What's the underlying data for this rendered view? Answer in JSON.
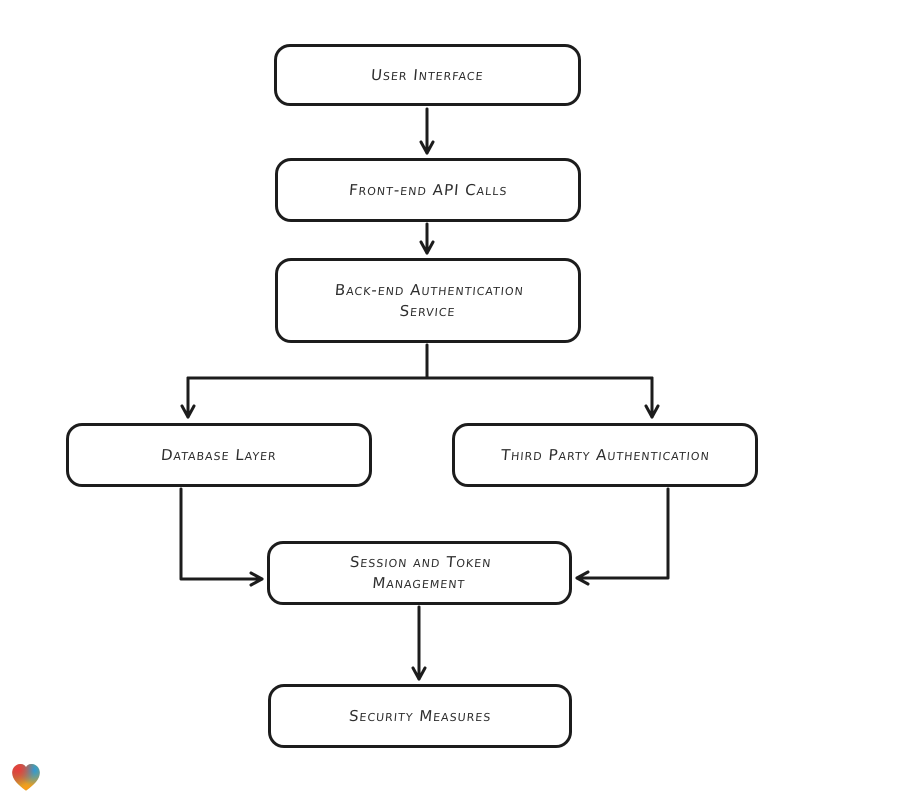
{
  "canvas": {
    "background": "#ffffff",
    "stroke_color": "#1c1c1c",
    "node_fill": "#ffffff",
    "text_color": "#2e2e2e"
  },
  "diagram": {
    "type": "flowchart",
    "nodes": [
      {
        "id": "user-interface",
        "lines": [
          "User Interface"
        ]
      },
      {
        "id": "front-end-api-calls",
        "lines": [
          "Front-end API Calls"
        ]
      },
      {
        "id": "back-end-authentication-service",
        "lines": [
          "Back-end Authentication",
          "Service"
        ]
      },
      {
        "id": "database-layer",
        "lines": [
          "Database Layer"
        ]
      },
      {
        "id": "third-party-authentication",
        "lines": [
          "Third Party Authentication"
        ]
      },
      {
        "id": "session-and-token-management",
        "lines": [
          "Session and Token",
          "Management"
        ]
      },
      {
        "id": "security-measures",
        "lines": [
          "Security Measures"
        ]
      }
    ],
    "edges": [
      {
        "from": "user-interface",
        "to": "front-end-api-calls"
      },
      {
        "from": "front-end-api-calls",
        "to": "back-end-authentication-service"
      },
      {
        "from": "back-end-authentication-service",
        "to": "database-layer"
      },
      {
        "from": "back-end-authentication-service",
        "to": "third-party-authentication"
      },
      {
        "from": "database-layer",
        "to": "session-and-token-management"
      },
      {
        "from": "third-party-authentication",
        "to": "session-and-token-management"
      },
      {
        "from": "session-and-token-management",
        "to": "security-measures"
      }
    ]
  },
  "logo": {
    "icon": "gradient-heart-icon",
    "colors": [
      "#e93c3c",
      "#2d9bd8",
      "#f79e1b"
    ]
  }
}
